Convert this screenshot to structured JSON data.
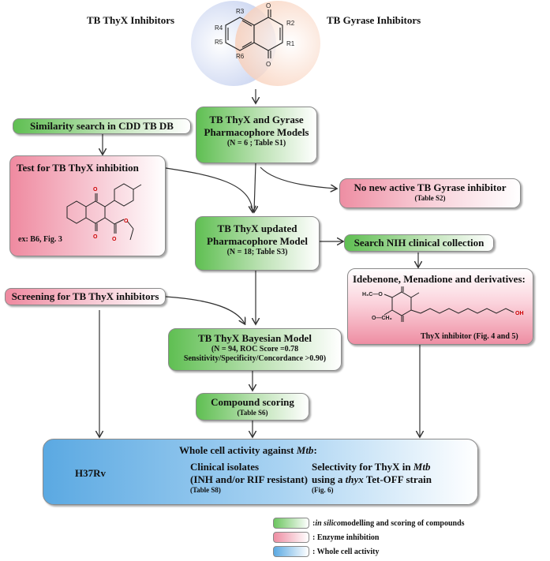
{
  "top": {
    "left_label": "TB ThyX Inhibitors",
    "right_label": "TB Gyrase Inhibitors",
    "substituents": {
      "r1": "R1",
      "r2": "R2",
      "r3": "R3",
      "r4": "R4",
      "r5": "R5",
      "r6": "R6",
      "o": "O"
    },
    "colors": {
      "left_circle": "#dfe6f7",
      "right_circle": "#fbe2d5"
    }
  },
  "pharmacophore": {
    "line1": "TB ThyX and Gyrase",
    "line2": "Pharmacophore Models",
    "line3": "(N = 6 ; Table S1)"
  },
  "similarity": {
    "label": "Similarity search in CDD TB DB"
  },
  "test_thyx": {
    "title": "Test for TB ThyX inhibition",
    "caption": "ex: B6, Fig. 3"
  },
  "no_gyrase": {
    "title": "No new active TB Gyrase inhibitor",
    "sub": "(Table S2)"
  },
  "updated_model": {
    "line1": "TB ThyX updated",
    "line2": "Pharmacophore Model",
    "line3": "(N = 18; Table S3)"
  },
  "nih": {
    "label": "Search NIH clinical collection"
  },
  "idebenone": {
    "title": "Idebenone, Menadione and derivatives:",
    "caption": "ThyX inhibitor (Fig. 4 and 5)"
  },
  "screening": {
    "label": "Screening for TB ThyX inhibitors"
  },
  "bayesian": {
    "line1": "TB ThyX Bayesian Model",
    "line2": "(N = 94, ROC Score =0.78",
    "line3": "Sensitivity/Specificity/Concordance >0.90)"
  },
  "scoring": {
    "line1": "Compound scoring",
    "line2": "(Table S6)"
  },
  "whole_cell": {
    "title_prefix": "Whole cell activity against ",
    "title_italic": "Mtb",
    "title_suffix": ":",
    "h37rv": "H37Rv",
    "clinical_line1": "Clinical isolates",
    "clinical_line2": "(INH and/or RIF resistant)",
    "clinical_ref": "(Table S8)",
    "sel_line1_prefix": "Selectivity for ThyX in ",
    "sel_line1_italic": "Mtb",
    "sel_line2_prefix": "using a ",
    "sel_line2_italic": "thyx",
    "sel_line2_suffix": " Tet-OFF strain",
    "sel_ref": "(Fig. 6)"
  },
  "legend": {
    "items": [
      {
        "prefix": ": ",
        "italic": "in silico",
        "suffix": " modelling and scoring of compounds",
        "color": "#6cc55f"
      },
      {
        "prefix": ": Enzyme inhibition",
        "italic": "",
        "suffix": "",
        "color": "#ee8ea3"
      },
      {
        "prefix": ": Whole cell activity",
        "italic": "",
        "suffix": "",
        "color": "#5ba9e2"
      }
    ]
  }
}
